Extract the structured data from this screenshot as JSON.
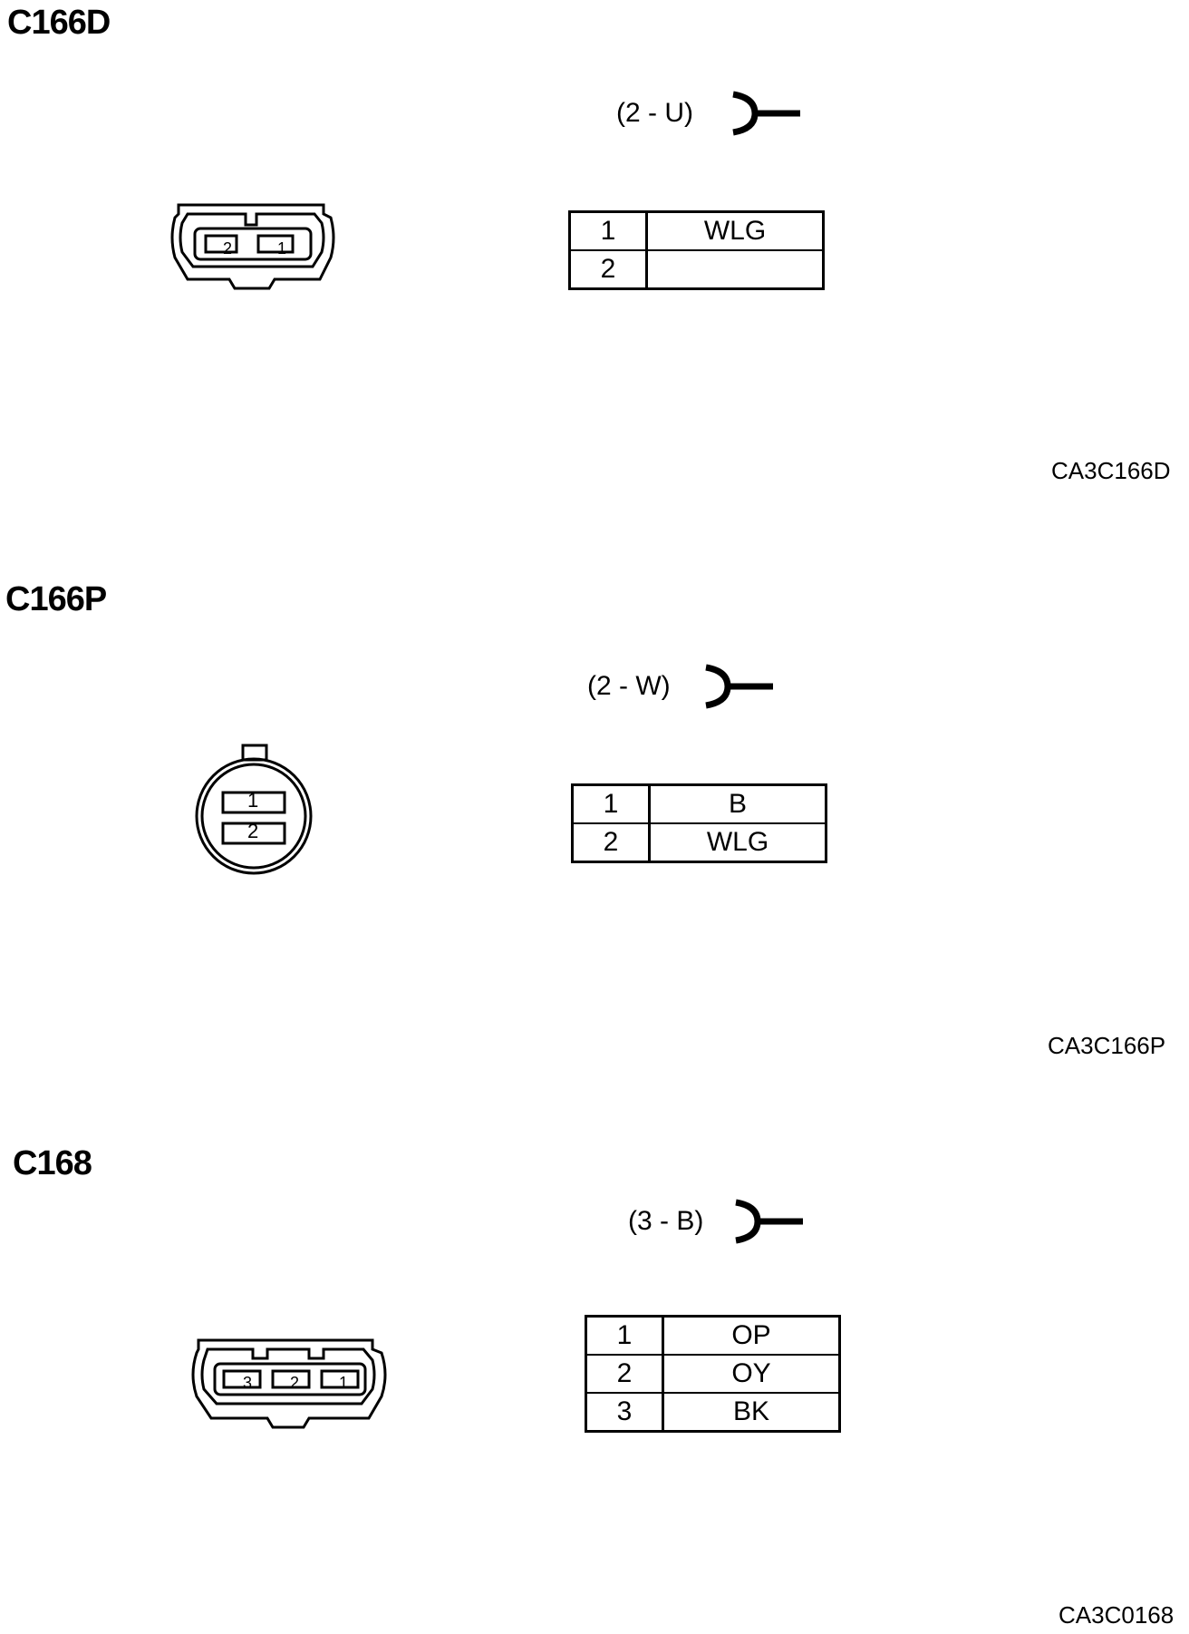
{
  "connectors": [
    {
      "title": "C166D",
      "spec": "(2 - U)",
      "pins": [
        {
          "pin": "1",
          "wire": "WLG"
        },
        {
          "pin": "2",
          "wire": ""
        }
      ],
      "face_labels": [
        "2",
        "1"
      ],
      "code": "CA3C166D",
      "icon": "connector-plug-icon"
    },
    {
      "title": "C166P",
      "spec": "(2 - W)",
      "pins": [
        {
          "pin": "1",
          "wire": "B"
        },
        {
          "pin": "2",
          "wire": "WLG"
        }
      ],
      "face_labels": [
        "1",
        "2"
      ],
      "code": "CA3C166P",
      "icon": "connector-plug-icon"
    },
    {
      "title": "C168",
      "spec": "(3 - B)",
      "pins": [
        {
          "pin": "1",
          "wire": "OP"
        },
        {
          "pin": "2",
          "wire": "OY"
        },
        {
          "pin": "3",
          "wire": "BK"
        }
      ],
      "face_labels": [
        "3",
        "2",
        "1"
      ],
      "code": "CA3C0168",
      "icon": "connector-plug-icon"
    }
  ]
}
